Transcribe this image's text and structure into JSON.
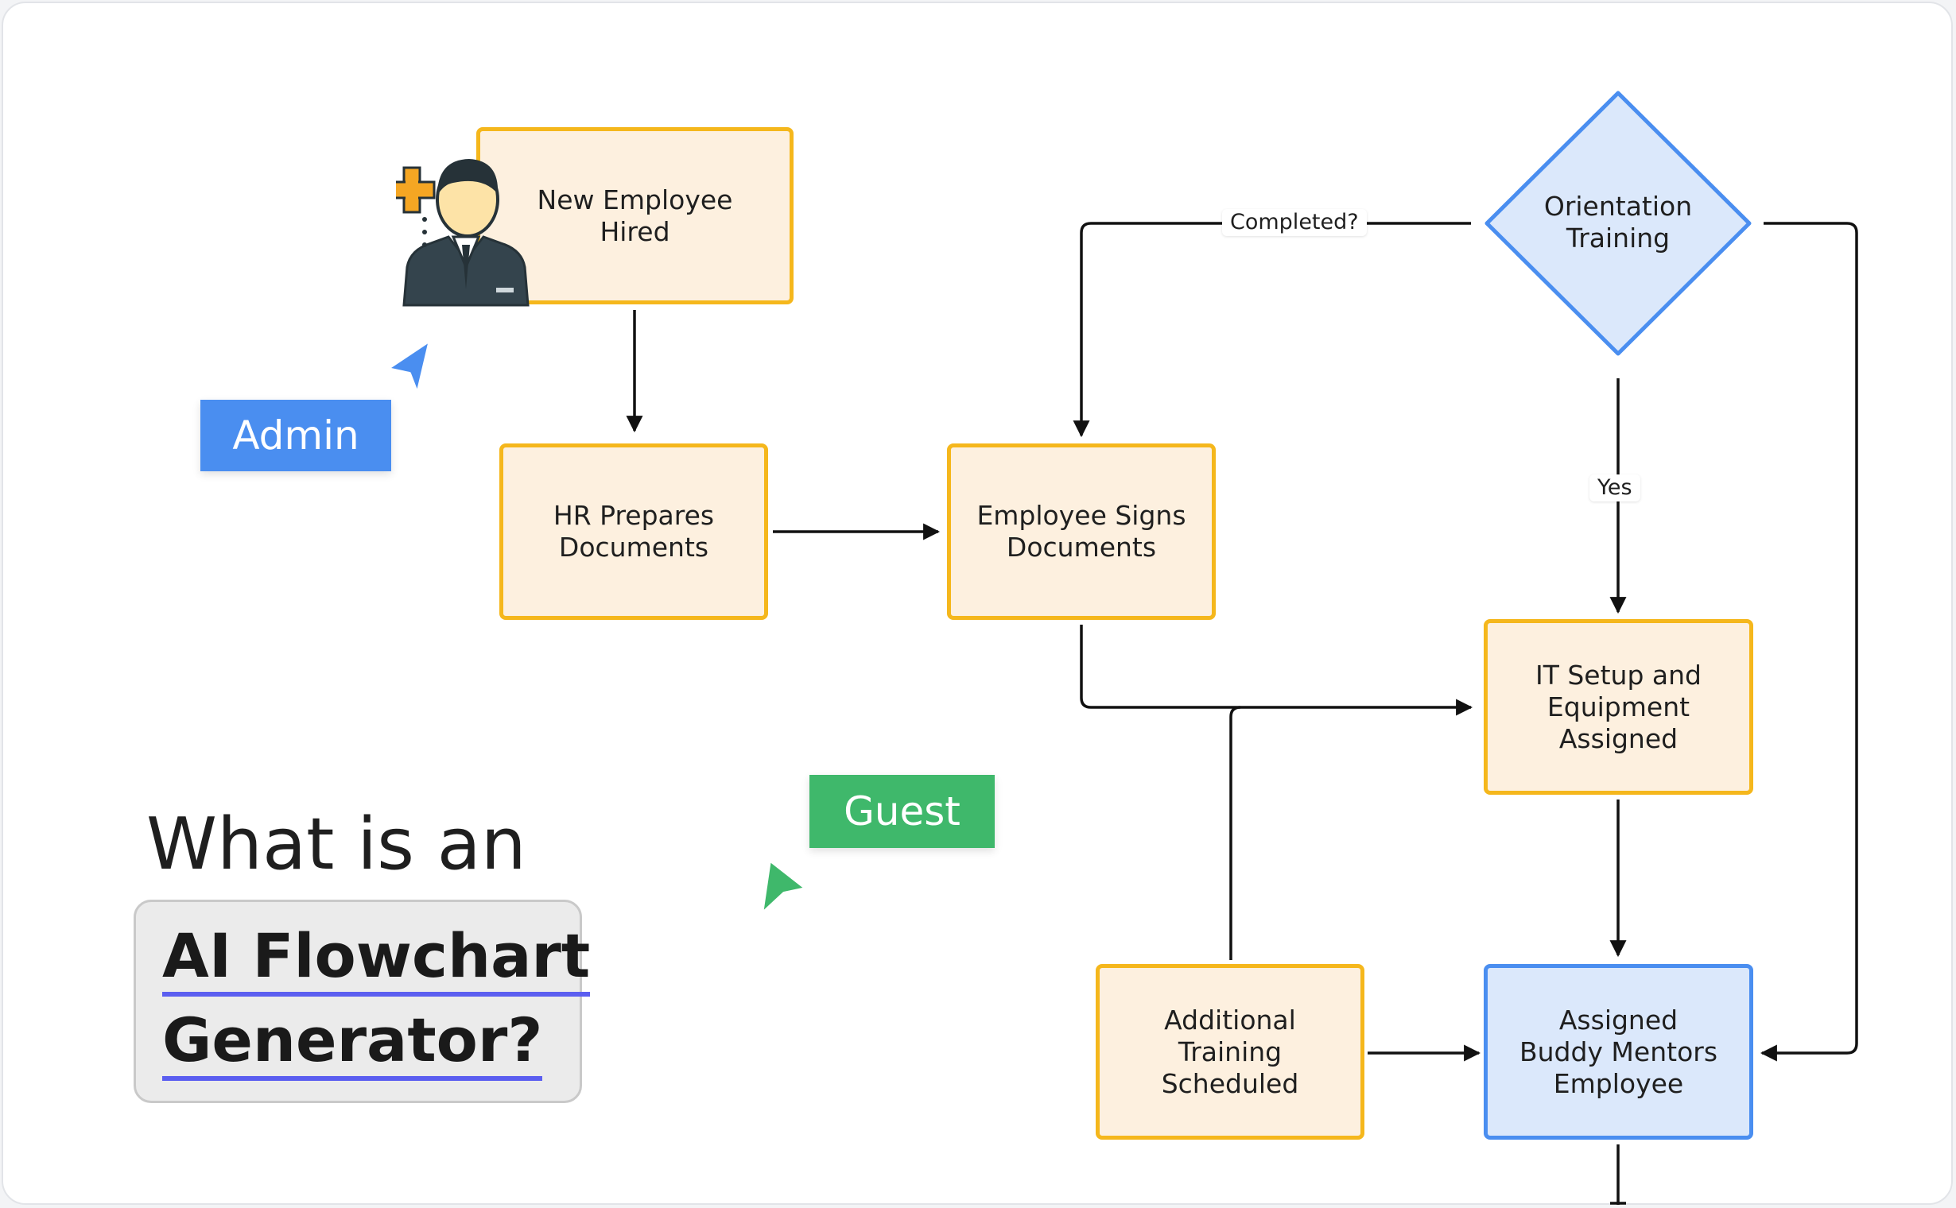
{
  "nodes": {
    "new_employee_hired": "New Employee\nHired",
    "hr_prepares_documents": "HR Prepares\nDocuments",
    "employee_signs_documents": "Employee Signs\nDocuments",
    "orientation_training": "Orientation\nTraining",
    "it_setup": "IT Setup and\nEquipment\nAssigned",
    "additional_training": "Additional\nTraining\nScheduled",
    "assigned_buddy": "Assigned\nBuddy Mentors\nEmployee"
  },
  "edge_labels": {
    "completed": "Completed?",
    "yes": "Yes"
  },
  "cursors": {
    "admin": "Admin",
    "guest": "Guest"
  },
  "headline": {
    "line1": "What is an",
    "line2": "AI Flowchart",
    "line3": "Generator?"
  },
  "colors": {
    "process_fill": "#fdf0df",
    "process_border": "#f5b71c",
    "highlight_fill": "#dbe8fb",
    "highlight_border": "#4a8ef0",
    "admin_tag": "#4a8ef0",
    "guest_tag": "#3fb86b",
    "underline": "#5b5ef0"
  },
  "icons": {
    "employee": "new-employee-icon",
    "admin_cursor": "pointer-arrow-icon",
    "guest_cursor": "pointer-arrow-icon"
  }
}
